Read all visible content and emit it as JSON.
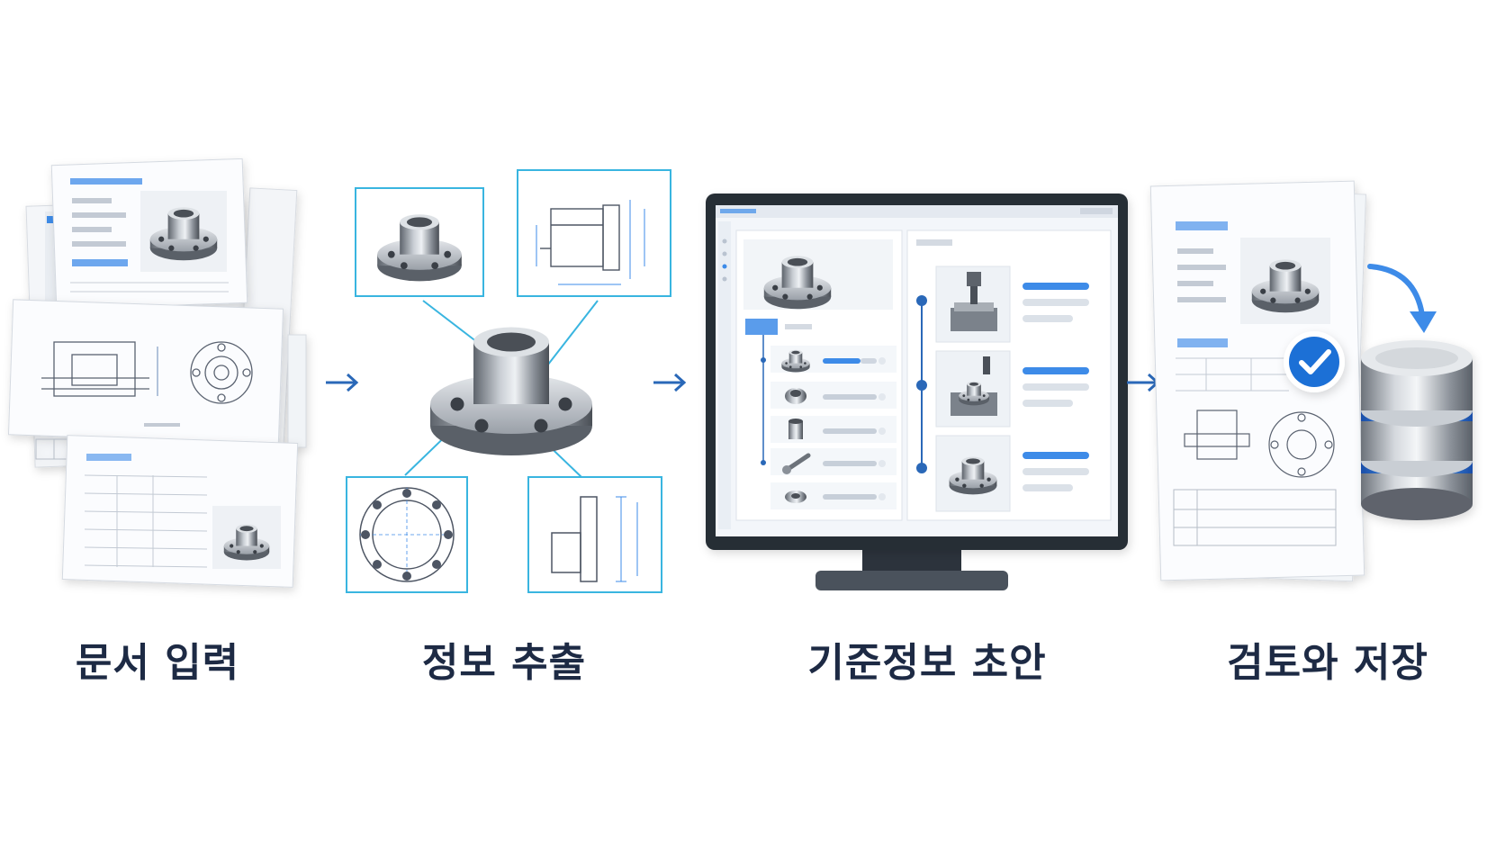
{
  "stages": [
    {
      "label": "문서 입력"
    },
    {
      "label": "정보 추출"
    },
    {
      "label": "기준정보 초안"
    },
    {
      "label": "검토와 저장"
    }
  ],
  "colors": {
    "arrow": "#2a68b8",
    "accent": "#3d8be8",
    "highlight": "#39b5e0",
    "label": "#1d2a44",
    "check": "#1f6fd6"
  },
  "icons": [
    "flange-part-icon",
    "technical-drawing-icon",
    "monitor-icon",
    "checkmark-icon",
    "database-icon",
    "arrow-right-icon"
  ]
}
